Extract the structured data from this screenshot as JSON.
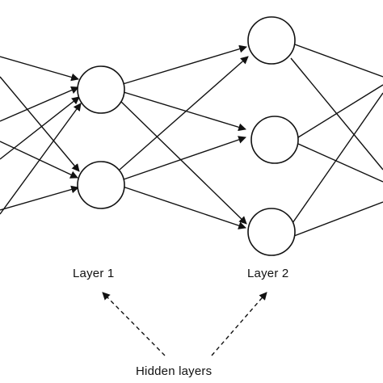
{
  "diagram": {
    "labels": {
      "layer1": "Layer 1",
      "layer2": "Layer 2",
      "hidden": "Hidden layers"
    },
    "colors": {
      "stroke": "#111111",
      "background": "#ffffff"
    }
  }
}
